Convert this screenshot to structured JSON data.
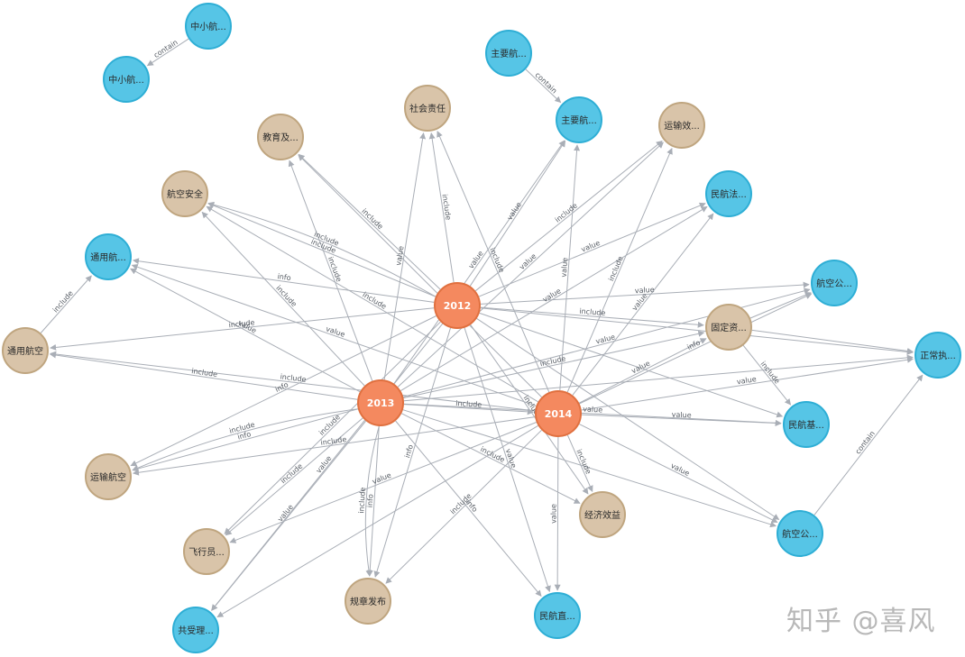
{
  "colors": {
    "year_fill": "#f4895f",
    "year_stroke": "#e0703f",
    "cat_fill": "#d9c4a9",
    "cat_stroke": "#bfa57f",
    "ent_fill": "#56c5e6",
    "ent_stroke": "#2eaed5",
    "edge": "#a9aeb6"
  },
  "watermark": "知乎 @喜风",
  "nodes": [
    {
      "id": "y2012",
      "label": "2012",
      "type": "year"
    },
    {
      "id": "y2013",
      "label": "2013",
      "type": "year"
    },
    {
      "id": "y2014",
      "label": "2014",
      "type": "year"
    },
    {
      "id": "c_shzr",
      "label": "社会责任",
      "type": "category"
    },
    {
      "id": "c_jyj",
      "label": "教育及...",
      "type": "category"
    },
    {
      "id": "c_ysxl",
      "label": "运输效...",
      "type": "category"
    },
    {
      "id": "c_hkaq",
      "label": "航空安全",
      "type": "category"
    },
    {
      "id": "c_tyhk",
      "label": "通用航空",
      "type": "category"
    },
    {
      "id": "c_gdzc",
      "label": "固定资...",
      "type": "category"
    },
    {
      "id": "c_yshk",
      "label": "运输航空",
      "type": "category"
    },
    {
      "id": "c_jjxy",
      "label": "经济效益",
      "type": "category"
    },
    {
      "id": "c_fxy",
      "label": "飞行员...",
      "type": "category"
    },
    {
      "id": "c_gzfb",
      "label": "规章发布",
      "type": "category"
    },
    {
      "id": "e_zxh1",
      "label": "中小航...",
      "type": "entity"
    },
    {
      "id": "e_zxh2",
      "label": "中小航...",
      "type": "entity"
    },
    {
      "id": "e_zyh1",
      "label": "主要航...",
      "type": "entity"
    },
    {
      "id": "e_zyh2",
      "label": "主要航...",
      "type": "entity"
    },
    {
      "id": "e_mhfz",
      "label": "民航法...",
      "type": "entity"
    },
    {
      "id": "e_tyh",
      "label": "通用航...",
      "type": "entity"
    },
    {
      "id": "e_hkgs1",
      "label": "航空公...",
      "type": "entity"
    },
    {
      "id": "e_zcj",
      "label": "正常执...",
      "type": "entity"
    },
    {
      "id": "e_mhjc",
      "label": "民航基...",
      "type": "entity"
    },
    {
      "id": "e_hkgs2",
      "label": "航空公...",
      "type": "entity"
    },
    {
      "id": "e_mhzh",
      "label": "民航直...",
      "type": "entity"
    },
    {
      "id": "e_gsj",
      "label": "共受理...",
      "type": "entity"
    }
  ],
  "edges": [
    {
      "s": "e_zxh1",
      "t": "e_zxh2",
      "label": "contain"
    },
    {
      "s": "e_zyh1",
      "t": "e_zyh2",
      "label": "contain"
    },
    {
      "s": "c_tyhk",
      "t": "e_tyh",
      "label": "include"
    },
    {
      "s": "c_gdzc",
      "t": "e_hkgs1",
      "label": ""
    },
    {
      "s": "c_gdzc",
      "t": "e_zcj",
      "label": ""
    },
    {
      "s": "c_gdzc",
      "t": "e_mhjc",
      "label": "include"
    },
    {
      "s": "e_hkgs2",
      "t": "e_zcj",
      "label": "contain"
    },
    {
      "s": "y2012",
      "t": "c_shzr",
      "label": "include"
    },
    {
      "s": "y2012",
      "t": "c_jyj",
      "label": "include"
    },
    {
      "s": "y2012",
      "t": "c_hkaq",
      "label": "include"
    },
    {
      "s": "y2012",
      "t": "c_hkaq",
      "label": "include"
    },
    {
      "s": "y2012",
      "t": "e_tyh",
      "label": "info"
    },
    {
      "s": "y2012",
      "t": "c_tyhk",
      "label": "include"
    },
    {
      "s": "y2012",
      "t": "e_zyh2",
      "label": "value"
    },
    {
      "s": "y2012",
      "t": "c_ysxl",
      "label": "include"
    },
    {
      "s": "y2012",
      "t": "e_mhfz",
      "label": "value"
    },
    {
      "s": "y2012",
      "t": "e_hkgs1",
      "label": "value"
    },
    {
      "s": "y2012",
      "t": "c_gdzc",
      "label": "include"
    },
    {
      "s": "y2012",
      "t": "e_zcj",
      "label": ""
    },
    {
      "s": "y2012",
      "t": "e_mhjc",
      "label": ""
    },
    {
      "s": "y2012",
      "t": "e_hkgs2",
      "label": ""
    },
    {
      "s": "y2012",
      "t": "e_mhzh",
      "label": "value"
    },
    {
      "s": "y2012",
      "t": "c_jjxy",
      "label": "include"
    },
    {
      "s": "y2012",
      "t": "c_yshk",
      "label": "info"
    },
    {
      "s": "y2012",
      "t": "c_fxy",
      "label": "include"
    },
    {
      "s": "y2012",
      "t": "c_gzfb",
      "label": "info"
    },
    {
      "s": "y2012",
      "t": "e_gsj",
      "label": "value"
    },
    {
      "s": "y2013",
      "t": "c_shzr",
      "label": "value"
    },
    {
      "s": "y2013",
      "t": "c_jyj",
      "label": "include"
    },
    {
      "s": "y2013",
      "t": "c_hkaq",
      "label": "include"
    },
    {
      "s": "y2013",
      "t": "e_tyh",
      "label": "value"
    },
    {
      "s": "y2013",
      "t": "c_tyhk",
      "label": "include"
    },
    {
      "s": "y2013",
      "t": "e_zyh2",
      "label": "value"
    },
    {
      "s": "y2013",
      "t": "c_ysxl",
      "label": "value"
    },
    {
      "s": "y2013",
      "t": "e_mhfz",
      "label": "value"
    },
    {
      "s": "y2013",
      "t": "e_hkgs1",
      "label": "value"
    },
    {
      "s": "y2013",
      "t": "c_gdzc",
      "label": "include"
    },
    {
      "s": "y2013",
      "t": "e_zcj",
      "label": ""
    },
    {
      "s": "y2013",
      "t": "e_mhjc",
      "label": "value"
    },
    {
      "s": "y2013",
      "t": "e_hkgs2",
      "label": ""
    },
    {
      "s": "y2013",
      "t": "e_mhzh",
      "label": "info"
    },
    {
      "s": "y2013",
      "t": "c_jjxy",
      "label": "include"
    },
    {
      "s": "y2013",
      "t": "c_yshk",
      "label": "info"
    },
    {
      "s": "y2013",
      "t": "c_yshk",
      "label": "include"
    },
    {
      "s": "y2013",
      "t": "c_fxy",
      "label": "include"
    },
    {
      "s": "y2013",
      "t": "c_gzfb",
      "label": "info"
    },
    {
      "s": "y2013",
      "t": "c_gzfb",
      "label": "include"
    },
    {
      "s": "y2013",
      "t": "e_gsj",
      "label": "value"
    },
    {
      "s": "y2013",
      "t": "y2014",
      "label": "include"
    },
    {
      "s": "y2014",
      "t": "c_shzr",
      "label": "include"
    },
    {
      "s": "y2014",
      "t": "c_jyj",
      "label": ""
    },
    {
      "s": "y2014",
      "t": "c_hkaq",
      "label": "include"
    },
    {
      "s": "y2014",
      "t": "e_tyh",
      "label": "value"
    },
    {
      "s": "y2014",
      "t": "c_tyhk",
      "label": "include"
    },
    {
      "s": "y2014",
      "t": "e_zyh2",
      "label": "value"
    },
    {
      "s": "y2014",
      "t": "c_ysxl",
      "label": "include"
    },
    {
      "s": "y2014",
      "t": "e_mhfz",
      "label": "value"
    },
    {
      "s": "y2014",
      "t": "e_hkgs1",
      "label": "info"
    },
    {
      "s": "y2014",
      "t": "c_gdzc",
      "label": "value"
    },
    {
      "s": "y2014",
      "t": "e_zcj",
      "label": "value"
    },
    {
      "s": "y2014",
      "t": "e_mhjc",
      "label": "value"
    },
    {
      "s": "y2014",
      "t": "e_hkgs2",
      "label": "value"
    },
    {
      "s": "y2014",
      "t": "e_mhzh",
      "label": "value"
    },
    {
      "s": "y2014",
      "t": "c_jjxy",
      "label": "include"
    },
    {
      "s": "y2014",
      "t": "c_yshk",
      "label": "include"
    },
    {
      "s": "y2014",
      "t": "c_fxy",
      "label": "value"
    },
    {
      "s": "y2014",
      "t": "c_gzfb",
      "label": "include"
    },
    {
      "s": "y2014",
      "t": "e_gsj",
      "label": ""
    }
  ]
}
